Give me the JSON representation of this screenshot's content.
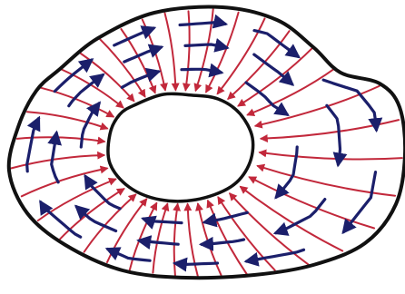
{
  "diagram": {
    "kind": "annulus-vector-field",
    "colors": {
      "background": "#ffffff",
      "outline": "#111111",
      "radial_field": "#c2283b",
      "circulation_field": "#1b1f6b"
    },
    "radial_field": {
      "line_count": 36,
      "direction": "inward"
    },
    "circulation_field": {
      "ring_count": 3,
      "arrows_per_ring": [
        8,
        10,
        11
      ],
      "direction": "clockwise"
    }
  }
}
